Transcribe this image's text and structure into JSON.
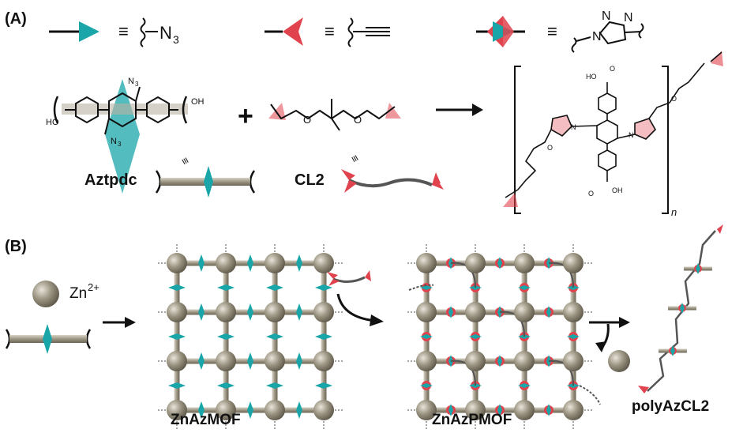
{
  "panel_a": {
    "label": "(A)",
    "legend": {
      "equiv": "≡",
      "azide_text": "N",
      "azide_sub": "3",
      "triazole_n1": "N",
      "triazole_n2": "N",
      "triazole_n3": "N"
    },
    "reaction": {
      "plus": "+",
      "aztpdc_name": "Aztpdc",
      "cl2_name": "CL2",
      "equiv_small": "≡",
      "oh": "OH",
      "o": "O",
      "ho": "HO",
      "n3": "N",
      "n3_sub": "3",
      "n": "N",
      "repeat_n": "n"
    }
  },
  "panel_b": {
    "label": "(B)",
    "zn_label": "Zn",
    "zn_charge": "2+",
    "mof1": "ZnAzMOF",
    "mof2": "ZnAzPMOF",
    "polymer": "polyAzCL2"
  },
  "colors": {
    "azide": "#1aa6a8",
    "alkyne": "#e0434d",
    "linker": "#9c9583",
    "node": "#8f8878",
    "black": "#111111"
  }
}
